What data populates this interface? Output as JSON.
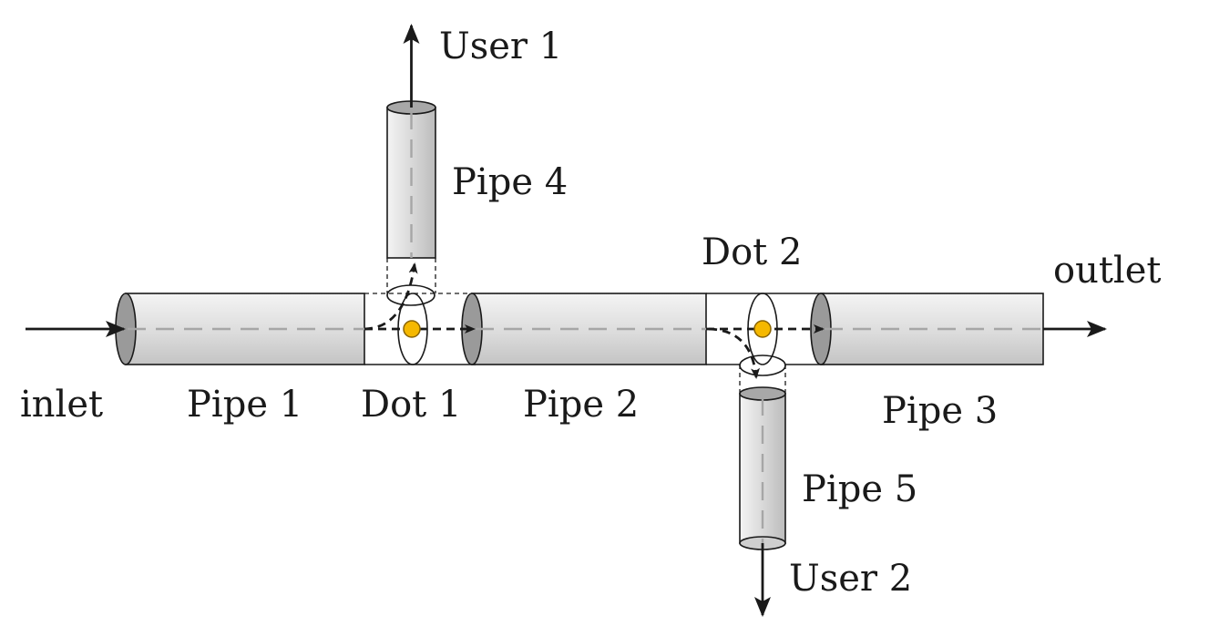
{
  "labels": {
    "inlet": "inlet",
    "outlet": "outlet",
    "user1": "User 1",
    "user2": "User 2",
    "pipe1": "Pipe 1",
    "pipe2": "Pipe 2",
    "pipe3": "Pipe 3",
    "pipe4": "Pipe 4",
    "pipe5": "Pipe 5",
    "dot1": "Dot 1",
    "dot2": "Dot 2"
  },
  "colors": {
    "pipe_fill_light": "#f2f2f2",
    "pipe_fill_dark": "#bdbdbd",
    "pipe_end_cap": "#9a9a9a",
    "axis_dash": "#a6a6a6",
    "outline": "#1a1a1a",
    "dot_fill": "#f5b800",
    "dot_stroke": "#8a6400"
  }
}
